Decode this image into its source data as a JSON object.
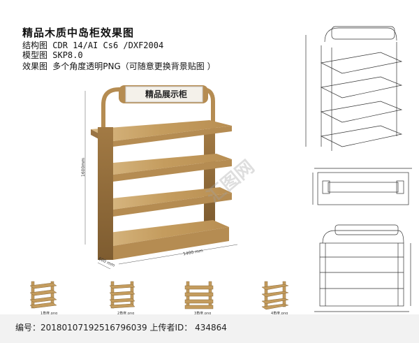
{
  "title": "精品木质中岛柜效果图",
  "specs": [
    {
      "label": "结构图",
      "value": "CDR 14/AI Cs6 /DXF2004"
    },
    {
      "label": "模型图",
      "value": "SKP8.0"
    },
    {
      "label": "效果图",
      "value": "多个角度透明PNG（可随意更换背景贴图 ）"
    }
  ],
  "sign_text": "精品展示柜",
  "dimensions": {
    "height": "1600mm",
    "width": "1400 mm",
    "depth": "600 mm"
  },
  "thumbnails": [
    "1角度.png",
    "2角度.png",
    "3角度.png",
    "4角度.png"
  ],
  "footer_text": "编号：20180107192516796039 上传者ID： 434864",
  "watermark": "汇图网",
  "colors": {
    "wood": "#c9a46a",
    "wood_dark": "#8a6a3a",
    "background": "#ffffff"
  }
}
